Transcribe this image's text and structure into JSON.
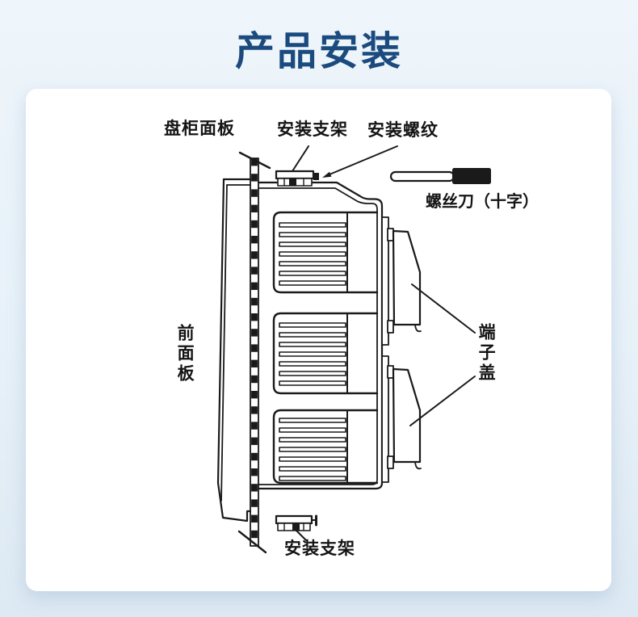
{
  "page": {
    "title": "产品安装"
  },
  "diagram": {
    "labels": {
      "panel": "盘柜面板",
      "bracket_top": "安装支架",
      "thread": "安装螺纹",
      "screwdriver": "螺丝刀（十字）",
      "front_panel": "前面板",
      "terminal_cover": "端子盖",
      "bracket_bottom": "安装支架"
    },
    "colors": {
      "title_text": "#1b4b7e",
      "line_art": "#1a1a1a",
      "background": "#e7f1f8",
      "card": "#ffffff"
    }
  }
}
